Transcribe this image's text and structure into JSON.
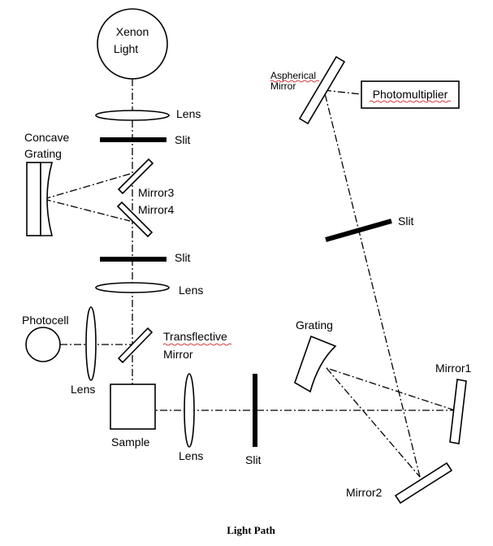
{
  "labels": {
    "xenon_line1": "Xenon",
    "xenon_line2": "Light",
    "lens_top": "Lens",
    "slit_top": "Slit",
    "concave_line1": "Concave",
    "concave_line2": "Grating",
    "mirror3": "Mirror3",
    "mirror4": "Mirror4",
    "slit_middle": "Slit",
    "lens_middle": "Lens",
    "photocell": "Photocell",
    "lens_left": "Lens",
    "transflective_line1": "Transflective",
    "transflective_line2": "Mirror",
    "sample": "Sample",
    "lens_bottom": "Lens",
    "slit_bottom": "Slit",
    "grating": "Grating",
    "mirror1": "Mirror1",
    "mirror2": "Mirror2",
    "aspherical_line1": "Aspherical",
    "aspherical_line2": "Mirror",
    "photomultiplier": "Photomultiplier",
    "slit_right": "Slit"
  },
  "caption": "Light Path"
}
